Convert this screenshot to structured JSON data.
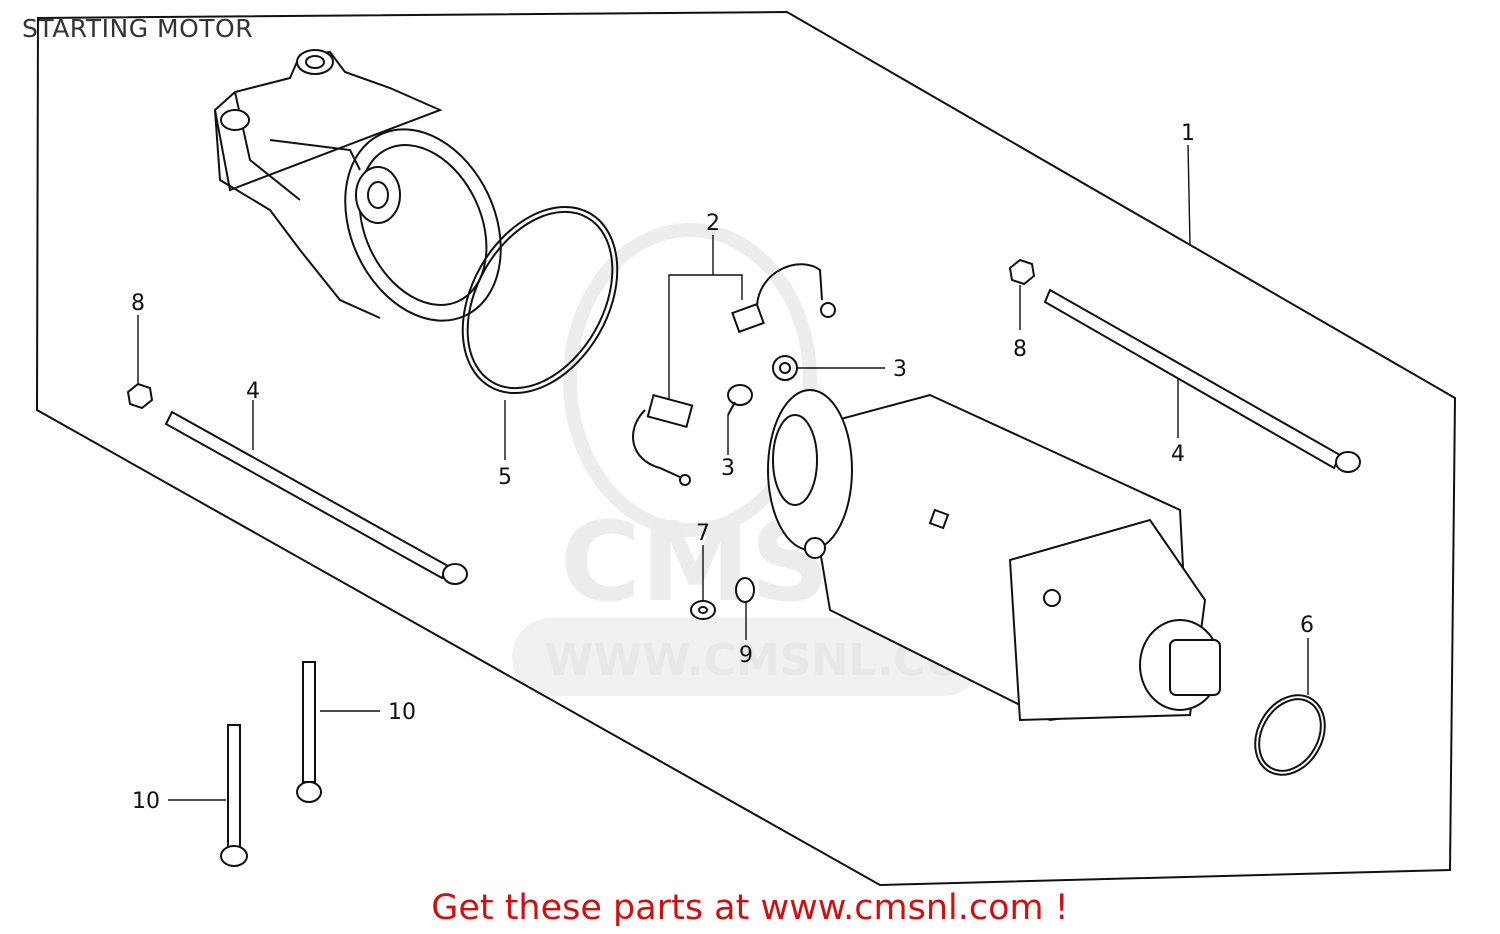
{
  "title": "STARTING MOTOR",
  "footer": "Get these parts at www.cmsnl.com !",
  "watermark": {
    "logo_text": "CMS",
    "url_text": "WWW.CMSNL.COM"
  },
  "callouts": {
    "c1": "1",
    "c2": "2",
    "c3a": "3",
    "c3b": "3",
    "c4a": "4",
    "c4b": "4",
    "c5": "5",
    "c6": "6",
    "c7": "7",
    "c8a": "8",
    "c8b": "8",
    "c9": "9",
    "c10a": "10",
    "c10b": "10"
  },
  "colors": {
    "line": "#111111",
    "footer": "#cc1111",
    "watermark": "#e8e8e8"
  }
}
